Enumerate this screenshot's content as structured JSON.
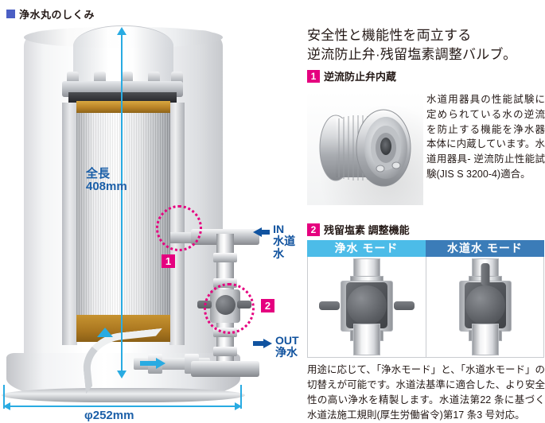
{
  "page": {
    "title": "浄水丸のしくみ",
    "title_marker_color": "#4b5fc4"
  },
  "diagram": {
    "dimension_length": "全長\n408mm",
    "dimension_diameter": "φ252mm",
    "ports": [
      {
        "direction": "IN",
        "label": "IN\n水道水",
        "arrow": "arrow-left-icon"
      },
      {
        "direction": "OUT",
        "label": "OUT\n浄水",
        "arrow": "arrow-right-icon"
      }
    ],
    "callouts": [
      {
        "number": "1",
        "target": "逆流防止弁"
      },
      {
        "number": "2",
        "target": "残留塩素調整バルブ"
      }
    ],
    "accent_color": "#29abe2",
    "label_color": "#10529e",
    "callout_color": "#e5007f"
  },
  "right": {
    "headline": "安全性と機能性を両立する\n逆流防止弁·残留塩素調整バルブ。",
    "sections": [
      {
        "number": "1",
        "heading": "逆流防止弁内蔵",
        "body": "水道用器具の性能試験に定められている水の逆流を防止する機能を浄水器本体に内蔵しています。水道用器具- 逆流防止性能試験(JIS S 3200-4)適合。",
        "photo_name": "check-valve-photo"
      },
      {
        "number": "2",
        "heading": "残留塩素 調整機能",
        "body": "用途に応じて、「浄水モード」と、「水道水モード」の切替えが可能です。水道法基準に適合した、より安全性の高い浄水を精製します。水道法第22 条に基づく水道法施工規則(厚生労働省令)第17 条3 号対応。"
      }
    ],
    "modes": [
      {
        "label": "浄水 モード",
        "color": "#4cbce8",
        "handle": "horizontal"
      },
      {
        "label": "水道水 モード",
        "color": "#3b7cb8",
        "handle": "vertical"
      }
    ]
  }
}
